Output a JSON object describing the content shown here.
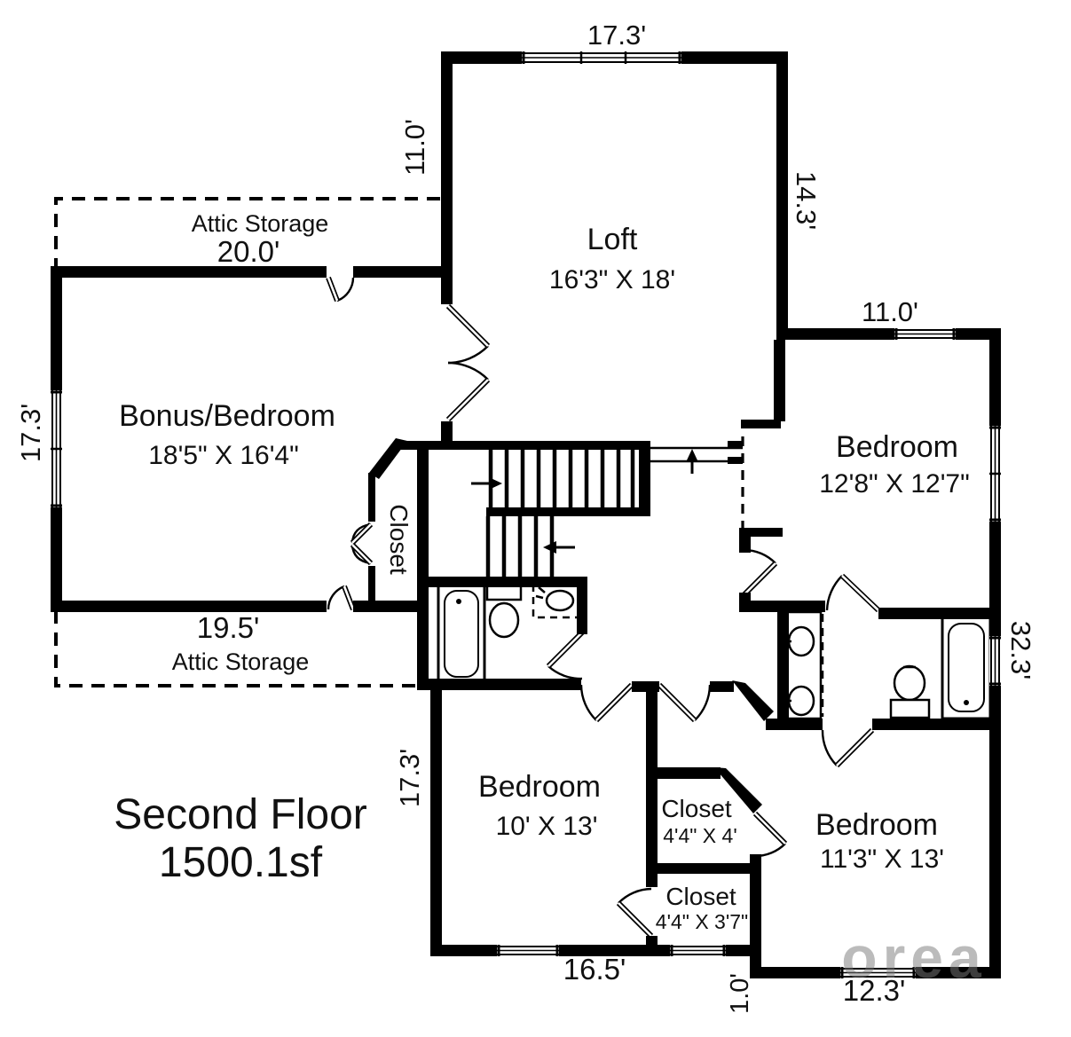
{
  "plan_title": {
    "line1": "Second Floor",
    "line2": "1500.1sf"
  },
  "watermark": "orea",
  "rooms": {
    "loft": {
      "name": "Loft",
      "dims": "16'3\" X 18'"
    },
    "bonus_bedroom": {
      "name": "Bonus/Bedroom",
      "dims": "18'5\" X 16'4\""
    },
    "bedroom_right": {
      "name": "Bedroom",
      "dims": "12'8\" X 12'7\""
    },
    "bedroom_bottom": {
      "name": "Bedroom",
      "dims": "10' X 13'"
    },
    "bedroom_corner": {
      "name": "Bedroom",
      "dims": "11'3\" X 13'"
    },
    "closet_bonus": {
      "name": "Closet"
    },
    "closet_upper": {
      "name": "Closet",
      "dims": "4'4\" X 4'"
    },
    "closet_lower": {
      "name": "Closet",
      "dims": "4'4\" X 3'7\""
    },
    "attic_storage_top": {
      "name": "Attic Storage",
      "width": "20.0'"
    },
    "attic_storage_bottom": {
      "name": "Attic Storage",
      "width": "19.5'"
    }
  },
  "dimensions": {
    "loft_top_width": "17.3'",
    "loft_left_height": "11.0'",
    "loft_right_height": "14.3'",
    "bedroom_right_top_width": "11.0'",
    "bonus_left_height": "17.3'",
    "right_side_total": "32.3'",
    "bedroom_bottom_left_height": "17.3'",
    "bottom_width": "16.5'",
    "bottom_step": "1.0'",
    "bedroom_corner_bottom_width": "12.3'"
  }
}
